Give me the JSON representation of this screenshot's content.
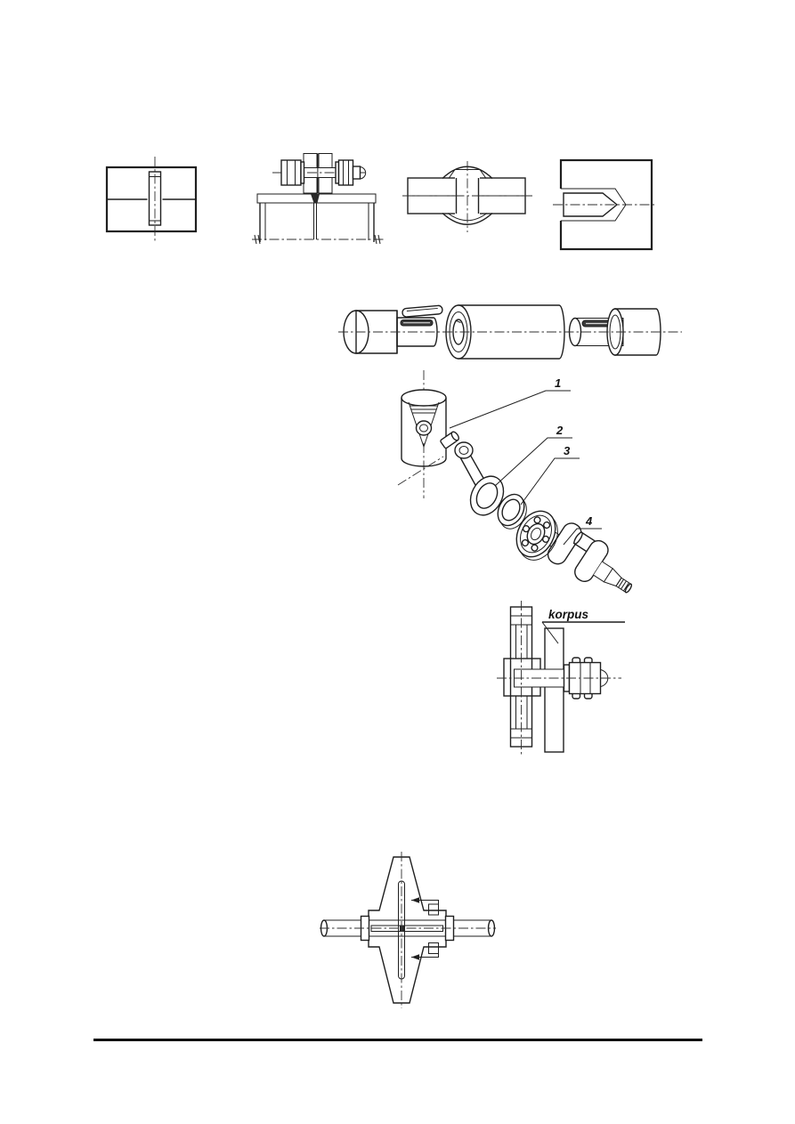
{
  "page": {
    "background_color": "#ffffff",
    "ink_color": "#1f1f1f",
    "metal_section_fill_color": "#d9d9d9"
  },
  "callouts": {
    "label_1": "1",
    "label_2": "2",
    "label_3": "3",
    "label_4": "4",
    "housing_label": "korpus"
  }
}
